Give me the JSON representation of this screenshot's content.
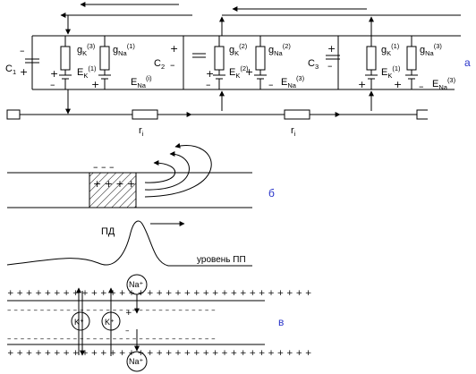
{
  "panels": {
    "a": "а",
    "b": "б",
    "v": "в"
  },
  "circuit": {
    "cap1": {
      "base": "C",
      "sub": "1"
    },
    "cap2": {
      "base": "C",
      "sub": "2"
    },
    "cap3": {
      "base": "C",
      "sub": "3"
    },
    "gK1": {
      "base": "g",
      "sub": "K",
      "sup": "(3)"
    },
    "gNa1": {
      "base": "g",
      "sub": "Na",
      "sup": "(1)"
    },
    "gK2": {
      "base": "g",
      "sub": "K",
      "sup": "(2)"
    },
    "gNa2": {
      "base": "g",
      "sub": "Na",
      "sup": "(2)"
    },
    "gK3": {
      "base": "g",
      "sub": "K",
      "sup": "(1)"
    },
    "gNa3": {
      "base": "g",
      "sub": "Na",
      "sup": "(3)"
    },
    "EK1": {
      "base": "E",
      "sub": "K",
      "sup": "(1)"
    },
    "ENa1": {
      "base": "E",
      "sub": "Na",
      "sup": "(i)"
    },
    "EK2": {
      "base": "E",
      "sub": "K",
      "sup": "(2)"
    },
    "ENa2": {
      "base": "E",
      "sub": "Na",
      "sup": "(3)"
    },
    "EK3": {
      "base": "E",
      "sub": "K",
      "sup": "(1)"
    },
    "ENa3": {
      "base": "E",
      "sub": "Na",
      "sup": "(3)"
    },
    "ri_left": {
      "base": "r",
      "sub": "i"
    },
    "ri_right": {
      "base": "r",
      "sub": "i"
    },
    "plus": "+",
    "minus": "–"
  },
  "segment": {
    "top_charges": "– – –",
    "inner_charges": "+ + + +"
  },
  "action_potential": {
    "pd_label": "ПД",
    "rest_label": "уровень ПП"
  },
  "membrane": {
    "top_outer": "+ + + + + + + + + + + + + + + + + + + + + + + + + + + + + + + + +",
    "top_inner": "– – – – – – – – – – – – – – – – – – – – – – – – – – – – – – – –",
    "bottom_inner": "– – – – – – – – – – – – – – – – – – – – – – – – – – – – – – – –",
    "bottom_outer": "+ + + + + + + + + + + + + + + + + + + + + + + + + + + + + + + + +",
    "ion_k_1": "K⁺",
    "ion_k_2": "K⁺",
    "ion_na_top": "Na⁺",
    "ion_na_bottom": "Na⁺",
    "gap_plus": "+",
    "gap_minus": "–"
  }
}
